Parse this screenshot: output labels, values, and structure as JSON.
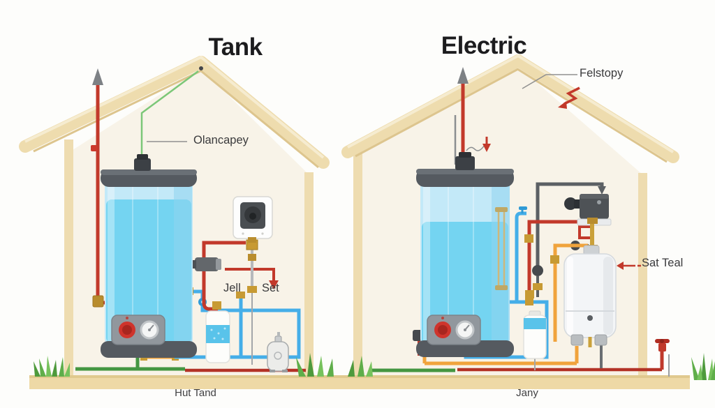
{
  "titles": {
    "left": "Tank",
    "right": "Electric"
  },
  "left_house": {
    "callout_top": "Olancapey",
    "label_pipe_left": "Jell",
    "label_pipe_right": "Set",
    "caption": "Hut Tand"
  },
  "right_house": {
    "callout_roof": "Felstopy",
    "callout_unit": "Sat Teal",
    "caption": "Jany"
  },
  "colors": {
    "hot_pipe_red": "#c2392b",
    "cold_pipe_blue": "#45aee8",
    "orange_pipe": "#f0a33c",
    "green_pipe": "#449641",
    "wood_frame_tan": "#eedcae",
    "interior_cream": "#f8f3e8",
    "tank_water_blue": "#74d4f1",
    "tank_cap_gray": "#555a60",
    "grass_green": "#5fae4a"
  }
}
